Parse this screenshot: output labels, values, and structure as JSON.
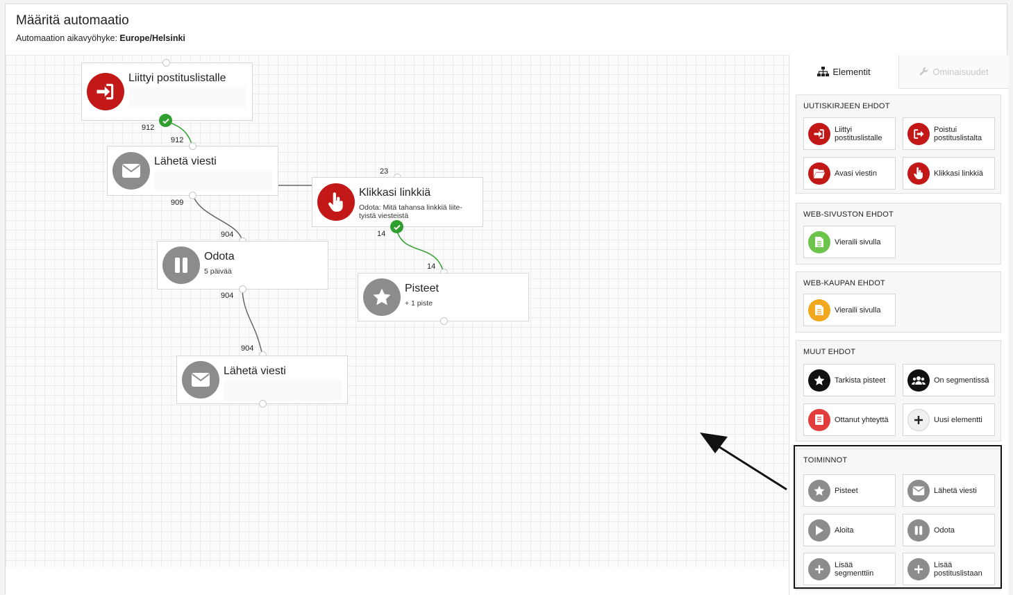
{
  "header": {
    "title": "Määritä automaatio",
    "timezone_label": "Automaation aikavyöhyke:",
    "timezone_value": "Europe/Helsinki"
  },
  "canvas": {
    "nodes": {
      "joined": {
        "title": "Liittyi postituslistalle",
        "icon": "sign-in-icon"
      },
      "send1": {
        "title": "Lähetä viesti",
        "icon": "envelope-icon"
      },
      "clicked": {
        "title": "Klikkasi linkkiä",
        "subtitle": "Odota: Mitä tahansa linkkiä liite-tyistä viesteistä",
        "icon": "pointer-hand-icon"
      },
      "wait": {
        "title": "Odota",
        "subtitle": "5 päivää",
        "icon": "pause-icon"
      },
      "points": {
        "title": "Pisteet",
        "subtitle": "+ 1 piste",
        "icon": "star-icon"
      },
      "send2": {
        "title": "Lähetä viesti",
        "icon": "envelope-icon"
      }
    },
    "counts": {
      "joined_out": "912",
      "send1_in": "912",
      "send1_out": "909",
      "clicked_in": "23",
      "clicked_out": "14",
      "points_in": "14",
      "wait_in": "904",
      "wait_out": "904",
      "send2_in": "904"
    }
  },
  "sidebar": {
    "tabs": {
      "elements": "Elementit",
      "properties": "Ominaisuudet"
    },
    "groups": {
      "newsletter": {
        "title": "UUTISKIRJEEN EHDOT",
        "items": [
          "Liittyi postituslistalle",
          "Poistui postituslistalta",
          "Avasi viestin",
          "Klikkasi linkkiä"
        ]
      },
      "website": {
        "title": "WEB-SIVUSTON EHDOT",
        "items": [
          "Vieraili sivulla"
        ]
      },
      "webshop": {
        "title": "WEB-KAUPAN EHDOT",
        "items": [
          "Vieraili sivulla"
        ]
      },
      "other": {
        "title": "MUUT EHDOT",
        "items": [
          "Tarkista pisteet",
          "On segmentissä",
          "Ottanut yhteyttä",
          "Uusi elementti"
        ]
      },
      "actions": {
        "title": "TOIMINNOT",
        "items": [
          "Pisteet",
          "Lähetä viesti",
          "Aloita",
          "Odota",
          "Lisää segmenttiin",
          "Lisää postituslistaan"
        ]
      }
    }
  },
  "colors": {
    "condition_red": "#c21818",
    "action_grey": "#8c8c8c",
    "success_green": "#2e9e2e",
    "web_green": "#6cc44a",
    "shop_orange": "#f2a81d"
  }
}
